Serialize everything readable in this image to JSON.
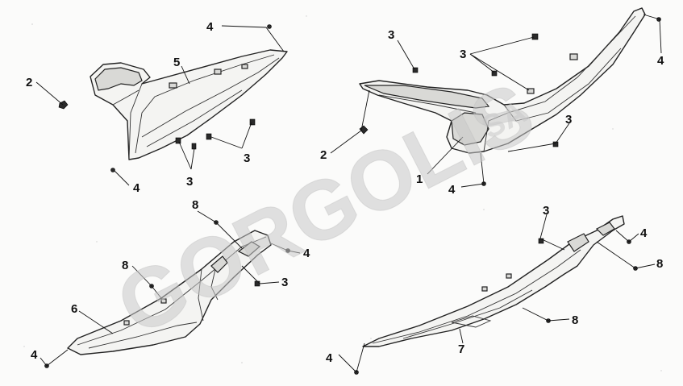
{
  "watermark": {
    "text": "GORGOLIS",
    "suffix": "SA"
  },
  "callouts": {
    "c_4_tl": "4",
    "c_5": "5",
    "c_2_tl": "2",
    "c_3_mid": "3",
    "c_3_low": "3",
    "c_4_bl": "4",
    "c_3_tr": "3",
    "c_3_tr2": "3",
    "c_4_tr": "4",
    "c_3_tr3": "3",
    "c_2_tr": "2",
    "c_1": "1",
    "c_4_tr2": "4",
    "c_8_ll": "8",
    "c_8_ll2": "8",
    "c_4_ll": "4",
    "c_3_ll": "3",
    "c_6": "6",
    "c_4_ll2": "4",
    "c_3_lr": "3",
    "c_4_lr": "4",
    "c_8_lr": "8",
    "c_8_lr2": "8",
    "c_7": "7",
    "c_4_lr2": "4"
  }
}
